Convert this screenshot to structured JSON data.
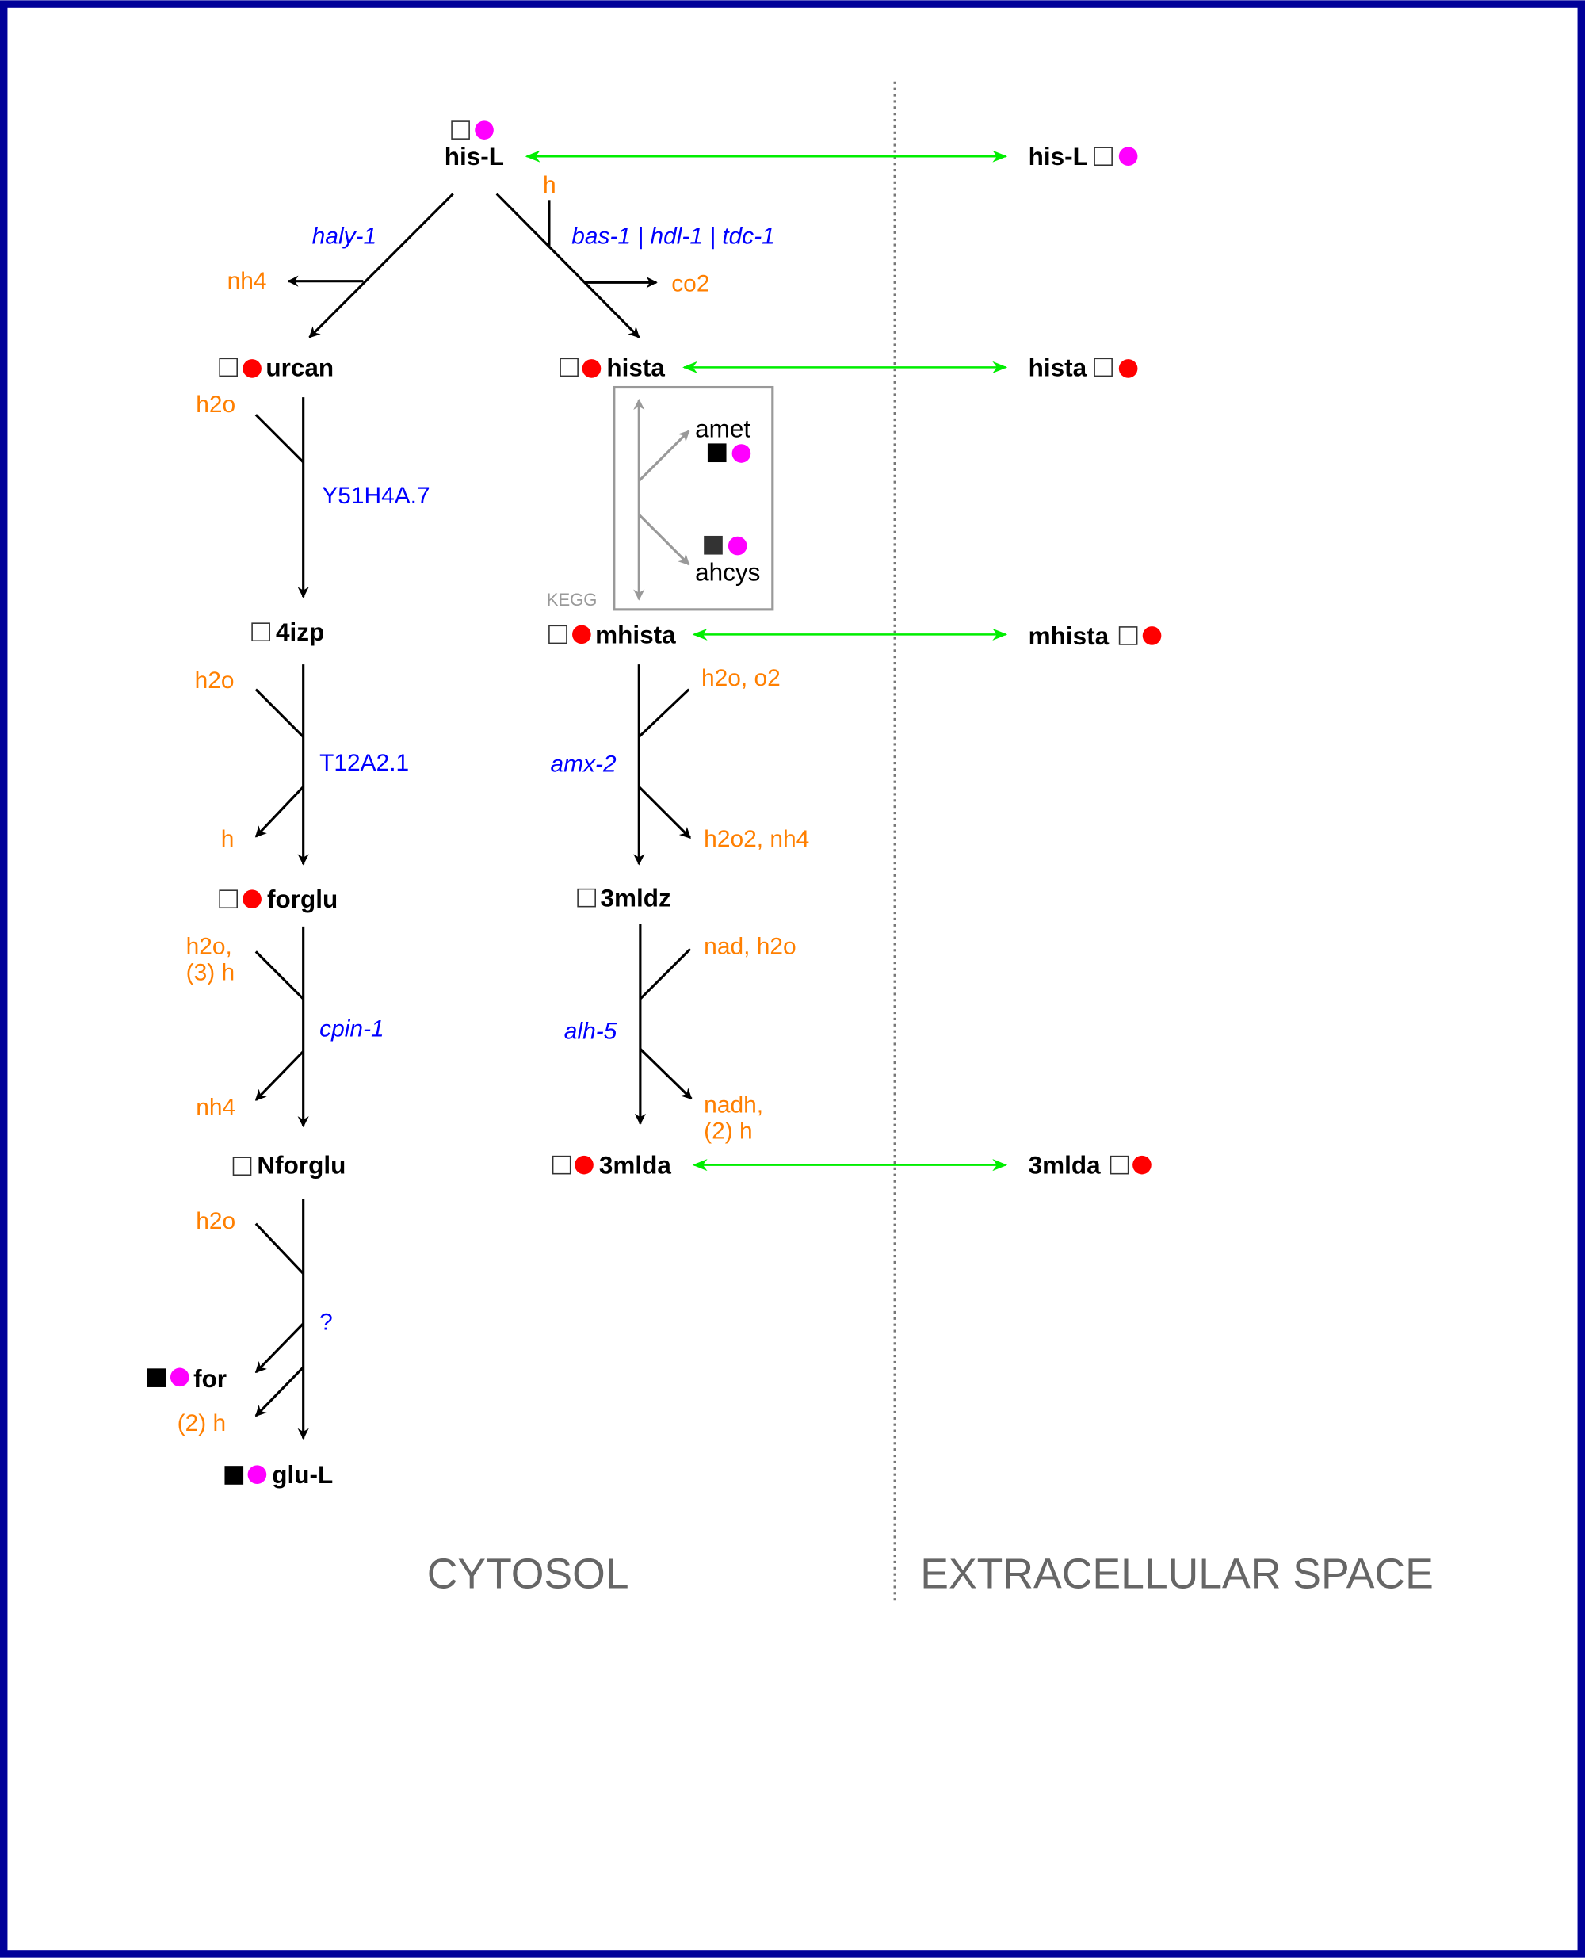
{
  "colors": {
    "frame": "#000099",
    "cofactor": "#ff7f00",
    "gene": "#0000ff",
    "transport": "#00ee00",
    "kegg": "#999999",
    "circle_magenta": "#ff00ff",
    "circle_red": "#ff0000"
  },
  "compartments": {
    "cytosol": "CYTOSOL",
    "extracellular": "EXTRACELLULAR SPACE"
  },
  "metabolites": {
    "his_L": "his-L",
    "urcan": "urcan",
    "hista": "hista",
    "izp": "4izp",
    "mhista": "mhista",
    "forglu": "forglu",
    "mldz": "3mldz",
    "Nforglu": "Nforglu",
    "mlda": "3mlda",
    "for": "for",
    "glu_L": "glu-L",
    "amet": "amet",
    "ahcys": "ahcys"
  },
  "extracellular": {
    "his_L": "his-L",
    "hista": "hista",
    "mhista": "mhista",
    "mlda": "3mlda"
  },
  "cofactors": {
    "nh4_1": "nh4",
    "h_1": "h",
    "co2": "co2",
    "h2o_1": "h2o",
    "h2o_2": "h2o",
    "h_2": "h",
    "h2o_o2": "h2o, o2",
    "h2o2_nh4": "h2o2, nh4",
    "h2o_3a": "h2o,",
    "h2o_3b": "(3) h",
    "nh4_2": "nh4",
    "nad_h2o": "nad, h2o",
    "nadh_a": "nadh,",
    "nadh_b": "(2) h",
    "h2o_4": "h2o",
    "h_3": "(2) h"
  },
  "genes": {
    "haly": "haly-1",
    "bas": "bas-1 | hdl-1 | tdc-1",
    "y51": "Y51H4A.7",
    "t12": "T12A2.1",
    "amx": "amx-2",
    "cpin": "cpin-1",
    "alh": "alh-5",
    "unknown": "?"
  },
  "kegg_label": "KEGG"
}
